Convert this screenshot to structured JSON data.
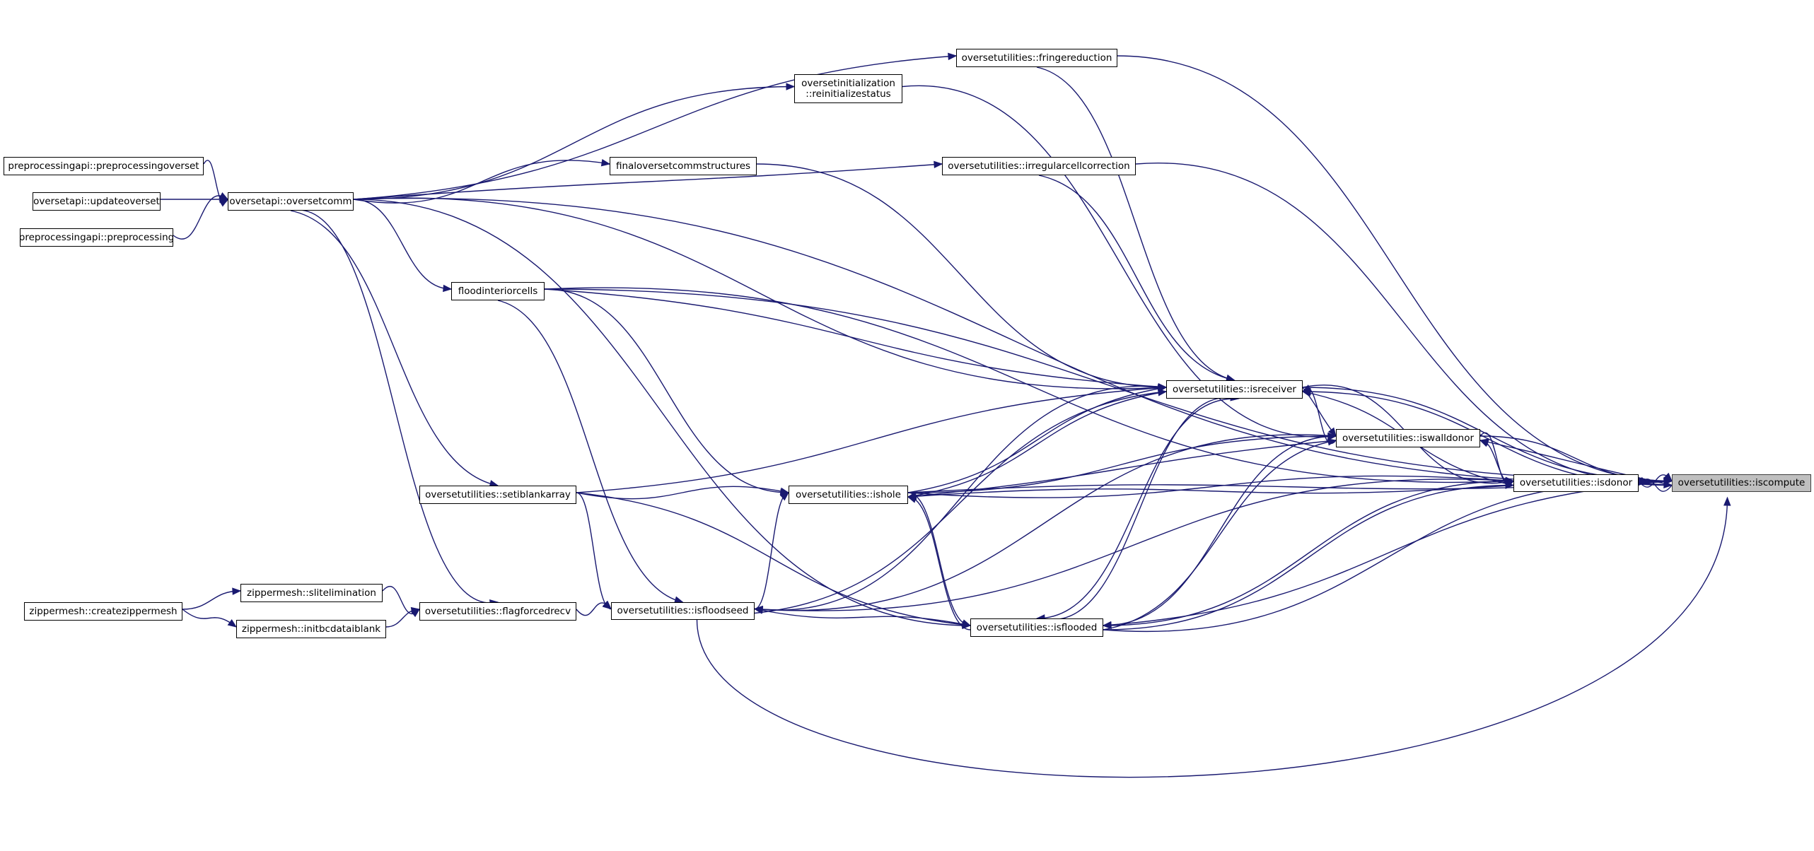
{
  "graph": {
    "title": "Caller graph of oversetutilities::iscompute",
    "focus_node": "iscompute",
    "colors": {
      "edge": "#191970",
      "focus_fill": "#bfbfbf",
      "node_fill": "#ffffff",
      "node_border": "#000000"
    },
    "nodes": {
      "preprocessingoverset": "preprocessingapi::preprocessingoverset",
      "updateoverset": "oversetapi::updateoverset",
      "preprocessing": "preprocessingapi::preprocessing",
      "oversetcomm": "oversetapi::oversetcomm",
      "fringereduction": "oversetutilities::fringereduction",
      "reinitializestatus": "oversetinitialization\n::reinitializestatus",
      "finaloversetcommstructures": "finaloversetcommstructures",
      "irregularcellcorrection": "oversetutilities::irregularcellcorrection",
      "floodinteriorcells": "floodinteriorcells",
      "isreceiver": "oversetutilities::isreceiver",
      "iswalldonor": "oversetutilities::iswalldonor",
      "isdonor": "oversetutilities::isdonor",
      "iscompute": "oversetutilities::iscompute",
      "setiblankarray": "oversetutilities::setiblankarray",
      "ishole": "oversetutilities::ishole",
      "createzippermesh": "zippermesh::createzippermesh",
      "slitelimination": "zippermesh::slitelimination",
      "initbcdataiblank": "zippermesh::initbcdataiblank",
      "flagforcedrecv": "oversetutilities::flagforcedrecv",
      "isfloodseed": "oversetutilities::isfloodseed",
      "isflooded": "oversetutilities::isflooded"
    },
    "edges": [
      [
        "preprocessingoverset",
        "oversetcomm"
      ],
      [
        "updateoverset",
        "oversetcomm"
      ],
      [
        "preprocessing",
        "oversetcomm"
      ],
      [
        "oversetcomm",
        "fringereduction"
      ],
      [
        "oversetcomm",
        "reinitializestatus"
      ],
      [
        "oversetcomm",
        "finaloversetcommstructures"
      ],
      [
        "oversetcomm",
        "irregularcellcorrection"
      ],
      [
        "oversetcomm",
        "floodinteriorcells"
      ],
      [
        "oversetcomm",
        "setiblankarray"
      ],
      [
        "oversetcomm",
        "flagforcedrecv"
      ],
      [
        "createzippermesh",
        "slitelimination"
      ],
      [
        "createzippermesh",
        "initbcdataiblank"
      ],
      [
        "slitelimination",
        "flagforcedrecv"
      ],
      [
        "initbcdataiblank",
        "flagforcedrecv"
      ],
      [
        "flagforcedrecv",
        "isfloodseed"
      ],
      [
        "oversetcomm",
        "iscompute"
      ],
      [
        "fringereduction",
        "iscompute"
      ],
      [
        "fringereduction",
        "isreceiver"
      ],
      [
        "reinitializestatus",
        "iswalldonor"
      ],
      [
        "finaloversetcommstructures",
        "isreceiver"
      ],
      [
        "irregularcellcorrection",
        "isreceiver"
      ],
      [
        "irregularcellcorrection",
        "iscompute"
      ],
      [
        "floodinteriorcells",
        "iscompute"
      ],
      [
        "floodinteriorcells",
        "isreceiver"
      ],
      [
        "floodinteriorcells",
        "isdonor"
      ],
      [
        "floodinteriorcells",
        "ishole"
      ],
      [
        "floodinteriorcells",
        "isfloodseed"
      ],
      [
        "oversetcomm",
        "isreceiver"
      ],
      [
        "oversetcomm",
        "isflooded"
      ],
      [
        "setiblankarray",
        "ishole"
      ],
      [
        "setiblankarray",
        "isreceiver"
      ],
      [
        "setiblankarray",
        "isfloodseed"
      ],
      [
        "setiblankarray",
        "isflooded"
      ],
      [
        "ishole",
        "isreceiver"
      ],
      [
        "ishole",
        "iswalldonor"
      ],
      [
        "ishole",
        "isdonor"
      ],
      [
        "ishole",
        "iscompute"
      ],
      [
        "ishole",
        "isflooded"
      ],
      [
        "isreceiver",
        "iswalldonor"
      ],
      [
        "isreceiver",
        "isdonor"
      ],
      [
        "isreceiver",
        "iscompute"
      ],
      [
        "isreceiver",
        "ishole"
      ],
      [
        "isreceiver",
        "isfloodseed"
      ],
      [
        "isreceiver",
        "isflooded"
      ],
      [
        "iswalldonor",
        "isreceiver"
      ],
      [
        "iswalldonor",
        "isdonor"
      ],
      [
        "iswalldonor",
        "iscompute"
      ],
      [
        "iswalldonor",
        "ishole"
      ],
      [
        "iswalldonor",
        "isfloodseed"
      ],
      [
        "iswalldonor",
        "isflooded"
      ],
      [
        "isdonor",
        "iscompute"
      ],
      [
        "isdonor",
        "isreceiver"
      ],
      [
        "isdonor",
        "iswalldonor"
      ],
      [
        "isdonor",
        "ishole"
      ],
      [
        "isdonor",
        "isfloodseed"
      ],
      [
        "isdonor",
        "isflooded"
      ],
      [
        "iscompute",
        "isdonor"
      ],
      [
        "iscompute",
        "iswalldonor"
      ],
      [
        "iscompute",
        "isreceiver"
      ],
      [
        "iscompute",
        "isflooded"
      ],
      [
        "isfloodseed",
        "isreceiver"
      ],
      [
        "isfloodseed",
        "ishole"
      ],
      [
        "isfloodseed",
        "iscompute"
      ],
      [
        "isflooded",
        "isfloodseed"
      ],
      [
        "isflooded",
        "ishole"
      ],
      [
        "isflooded",
        "isreceiver"
      ],
      [
        "isflooded",
        "iswalldonor"
      ],
      [
        "isflooded",
        "isdonor"
      ],
      [
        "isflooded",
        "iscompute"
      ]
    ]
  }
}
